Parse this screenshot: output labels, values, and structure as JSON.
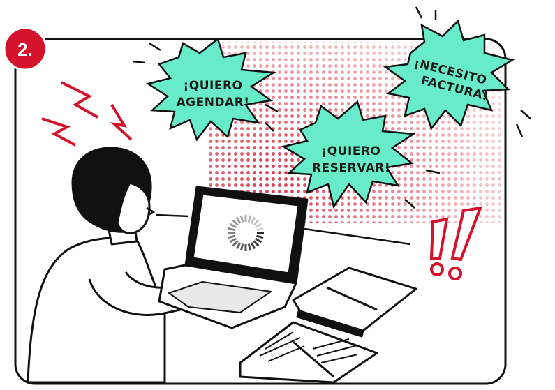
{
  "step": {
    "number": "2."
  },
  "bubbles": [
    {
      "line1": "¡QUIERO",
      "line2": "AGENDAR!"
    },
    {
      "line1": "¡QUIERO",
      "line2": "RESERVAR!"
    },
    {
      "line1": "¡NECESITO",
      "line2": "FACTURA!"
    }
  ],
  "alert": {
    "text": "!!"
  },
  "colors": {
    "accent_red": "#d4122b",
    "bubble_fill": "#67ebc9",
    "ink": "#111111"
  }
}
